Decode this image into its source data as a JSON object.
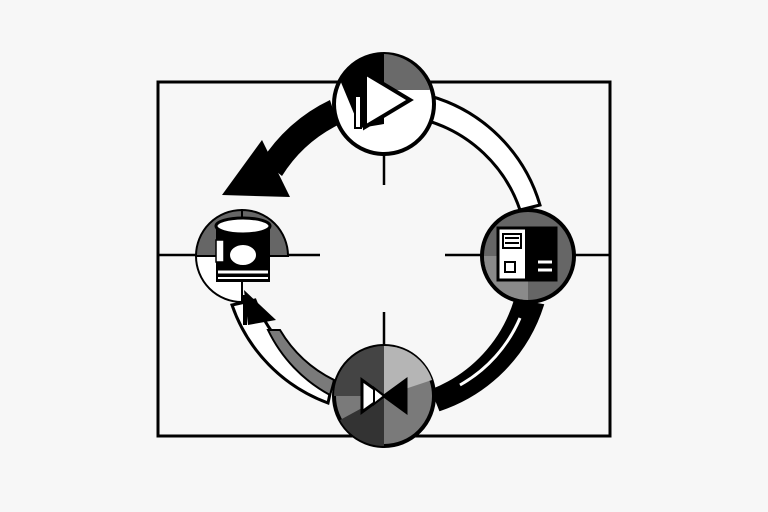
{
  "diagram": {
    "kind": "cycle",
    "direction": "counter-clockwise",
    "palette": {
      "background": "#f7f7f7",
      "ink": "#000000",
      "dark_gray": "#444444",
      "mid_gray": "#7a7a7a",
      "light": "#ffffff"
    },
    "nodes": [
      {
        "id": "top",
        "icon": "play-icon"
      },
      {
        "id": "right",
        "icon": "document-icon"
      },
      {
        "id": "bottom",
        "icon": "bowtie-icon"
      },
      {
        "id": "left",
        "icon": "database-icon"
      }
    ]
  }
}
